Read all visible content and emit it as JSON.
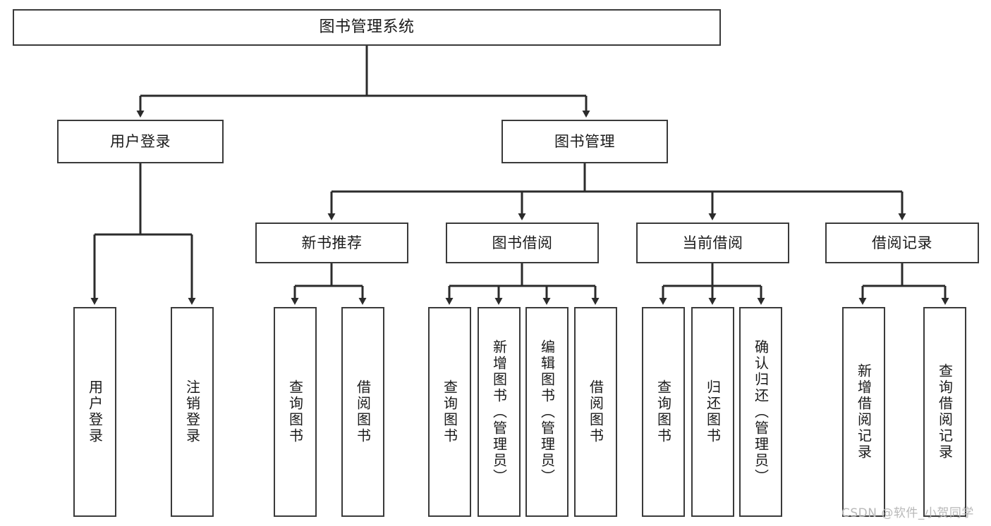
{
  "diagram": {
    "title": "图书管理系统",
    "type": "hierarchy-tree",
    "watermark": "CSDN @软件_小贺同学",
    "colors": {
      "box_border": "#3a3a3a",
      "box_fill": "#ffffff",
      "connector": "#2b2b2b",
      "text": "#1a1a1a",
      "watermark": "#b8b8b8"
    },
    "nodes": {
      "root": {
        "label": "图书管理系统"
      },
      "level2": [
        {
          "id": "user-login",
          "label": "用户登录"
        },
        {
          "id": "book-manage",
          "label": "图书管理"
        }
      ],
      "level3": [
        {
          "id": "new-book-recommend",
          "label": "新书推荐"
        },
        {
          "id": "book-borrow",
          "label": "图书借阅"
        },
        {
          "id": "current-borrow",
          "label": "当前借阅"
        },
        {
          "id": "borrow-record",
          "label": "借阅记录"
        }
      ],
      "leaves": {
        "user-login": [
          {
            "id": "leaf-user-login",
            "label": "用户登录"
          },
          {
            "id": "leaf-logout-login",
            "label": "注销登录"
          }
        ],
        "new-book-recommend": [
          {
            "id": "leaf-query-book-1",
            "label": "查询图书"
          },
          {
            "id": "leaf-borrow-book-1",
            "label": "借阅图书"
          }
        ],
        "book-borrow": [
          {
            "id": "leaf-query-book-2",
            "label": "查询图书"
          },
          {
            "id": "leaf-add-book",
            "label": "新增图书（管理员）"
          },
          {
            "id": "leaf-edit-book",
            "label": "编辑图书（管理员）"
          },
          {
            "id": "leaf-borrow-book-2",
            "label": "借阅图书"
          }
        ],
        "current-borrow": [
          {
            "id": "leaf-query-book-3",
            "label": "查询图书"
          },
          {
            "id": "leaf-return-book",
            "label": "归还图书"
          },
          {
            "id": "leaf-confirm-return",
            "label": "确认归还（管理员）"
          }
        ],
        "borrow-record": [
          {
            "id": "leaf-add-record",
            "label": "新增借阅记录"
          },
          {
            "id": "leaf-query-record",
            "label": "查询借阅记录"
          }
        ]
      }
    }
  }
}
